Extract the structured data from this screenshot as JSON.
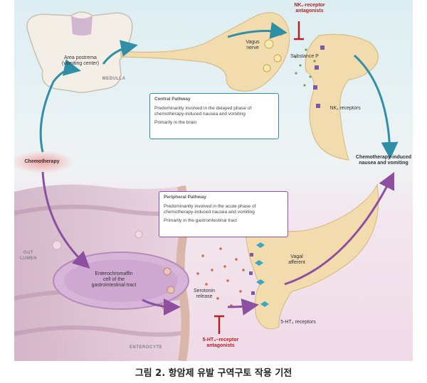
{
  "figure": {
    "labels": {
      "medulla": "MEDULLA",
      "area_postrema": "Area postrema\n(vomiting center)",
      "vagus_nerve": "Vagus\nnerve",
      "nk1_antagonists": "NK₁-receptor\nantagonists",
      "substance_p": "Substance P",
      "nk1_receptors": "NK₁ receptors",
      "chemo_nausea": "Chemotherapy-induced\nnausea and vomiting",
      "chemotherapy": "Chemotherapy",
      "gut_lumen": "GUT\nLUMEN",
      "enterochromaffin": "Enterochromaffin\ncell of the\ngastrointestinal tract",
      "serotonin_release": "Serotonin\nrelease",
      "vagal_afferent": "Vagal\nafferent",
      "ht3_receptors": "5-HT₃ receptors",
      "ht3_antagonists": "5-HT₃–receptor\nantagonists",
      "enterocyte": "ENTEROCYTE"
    },
    "central_pathway": {
      "title": "Central Pathway",
      "line1": "Predominantly involved in the delayed phase of chemotherapy-induced nausea and vomiting",
      "line2": "Primarily in the brain"
    },
    "peripheral_pathway": {
      "title": "Peripheral Pathway",
      "line1": "Predominantly involved in the acute phase of chemotherapy-induced nausea and vomiting",
      "line2": "Primarily in the gastrointestinal tract"
    },
    "colors": {
      "central_arrow": "#2f8fa6",
      "peripheral_arrow": "#8d4fa0",
      "antagonist_red": "#b22222",
      "nerve_fill": "#f2dcae",
      "receptor_purple": "#7a5aa6",
      "receptor_teal": "#3aa7c2"
    }
  },
  "caption": "그림 2. 항암제 유발 구역구토 작용 기전"
}
